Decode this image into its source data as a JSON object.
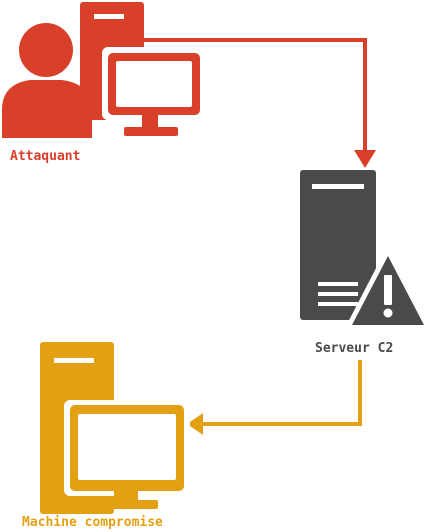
{
  "colors": {
    "attacker": "#D8402A",
    "server": "#4A4A4A",
    "victim": "#E2A012",
    "background": "#FFFFFF"
  },
  "nodes": {
    "attacker": {
      "label": "Attaquant",
      "icon": "attacker-workstation-icon"
    },
    "server": {
      "label": "Serveur C2",
      "icon": "server-warning-icon"
    },
    "victim": {
      "label": "Machine compromise",
      "icon": "computer-icon"
    }
  },
  "edges": [
    {
      "from": "attacker",
      "to": "server"
    },
    {
      "from": "server",
      "to": "victim"
    }
  ]
}
